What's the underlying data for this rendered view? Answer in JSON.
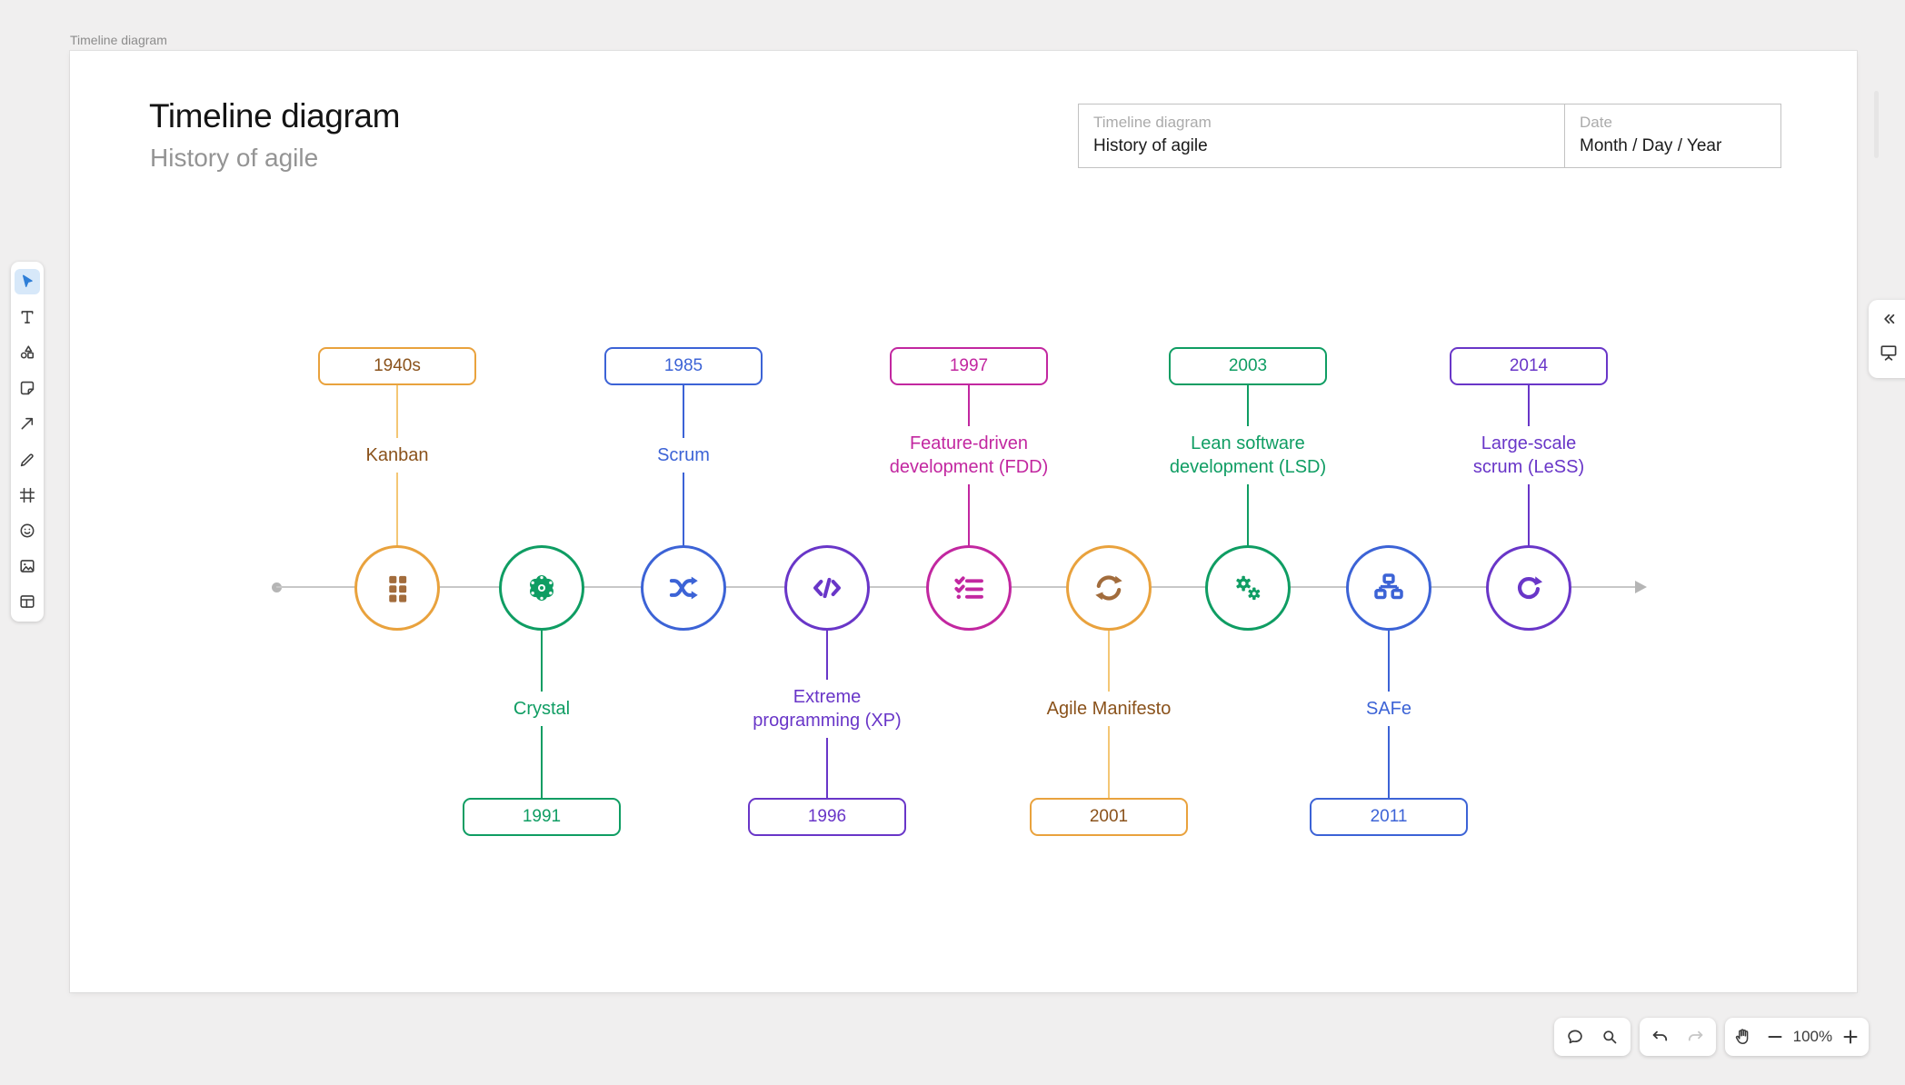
{
  "app": {
    "tab_label": "Timeline diagram"
  },
  "canvas": {
    "title": "Timeline diagram",
    "subtitle": "History of agile"
  },
  "properties_panel": {
    "fields": [
      {
        "label": "Timeline diagram",
        "value": "History of agile"
      },
      {
        "label": "Date",
        "value": "Month / Day / Year"
      }
    ]
  },
  "tool_sidebar": {
    "active_tool": "select",
    "tools": [
      "select",
      "text",
      "shapes",
      "sticky-note",
      "arrow",
      "pen",
      "frame",
      "sticker",
      "image",
      "table"
    ]
  },
  "timeline": {
    "milestones": [
      {
        "year": "1940s",
        "label_lines": [
          "Kanban"
        ],
        "side": "top",
        "theme": "orange",
        "icon": "kanban-board-icon"
      },
      {
        "year": "1991",
        "label_lines": [
          "Crystal"
        ],
        "side": "bottom",
        "theme": "green",
        "icon": "atom-icon"
      },
      {
        "year": "1985",
        "label_lines": [
          "Scrum"
        ],
        "side": "top",
        "theme": "blue",
        "icon": "shuffle-icon"
      },
      {
        "year": "1996",
        "label_lines": [
          "Extreme",
          "programming (XP)"
        ],
        "side": "bottom",
        "theme": "purple",
        "icon": "code-icon"
      },
      {
        "year": "1997",
        "label_lines": [
          "Feature-driven",
          "development (FDD)"
        ],
        "side": "top",
        "theme": "magenta",
        "icon": "checklist-icon"
      },
      {
        "year": "2001",
        "label_lines": [
          "Agile Manifesto"
        ],
        "side": "bottom",
        "theme": "orange",
        "icon": "sync-icon"
      },
      {
        "year": "2003",
        "label_lines": [
          "Lean software",
          "development (LSD)"
        ],
        "side": "top",
        "theme": "green",
        "icon": "gears-icon"
      },
      {
        "year": "2011",
        "label_lines": [
          "SAFe"
        ],
        "side": "bottom",
        "theme": "blue",
        "icon": "org-chart-icon"
      },
      {
        "year": "2014",
        "label_lines": [
          "Large-scale",
          "scrum (LeSS)"
        ],
        "side": "top",
        "theme": "purple",
        "icon": "redo-icon"
      }
    ],
    "themes": {
      "orange": {
        "border": "#E9A23D",
        "line": "#F4C775",
        "text": "#8A521B",
        "icon": "#A26C3C"
      },
      "green": {
        "border": "#0F9D63",
        "line": "#0F9D63",
        "text": "#0F9D63",
        "icon": "#0F9D63"
      },
      "blue": {
        "border": "#3C63D6",
        "line": "#3C63D6",
        "text": "#3C63D6",
        "icon": "#3C63D6"
      },
      "purple": {
        "border": "#6936C8",
        "line": "#6936C8",
        "text": "#6936C8",
        "icon": "#6936C8"
      },
      "magenta": {
        "border": "#C227A0",
        "line": "#C227A0",
        "text": "#C227A0",
        "icon": "#C227A0"
      }
    },
    "axis_color": "#C7C7C7"
  },
  "view_controls": {
    "zoom_level": "100%"
  }
}
